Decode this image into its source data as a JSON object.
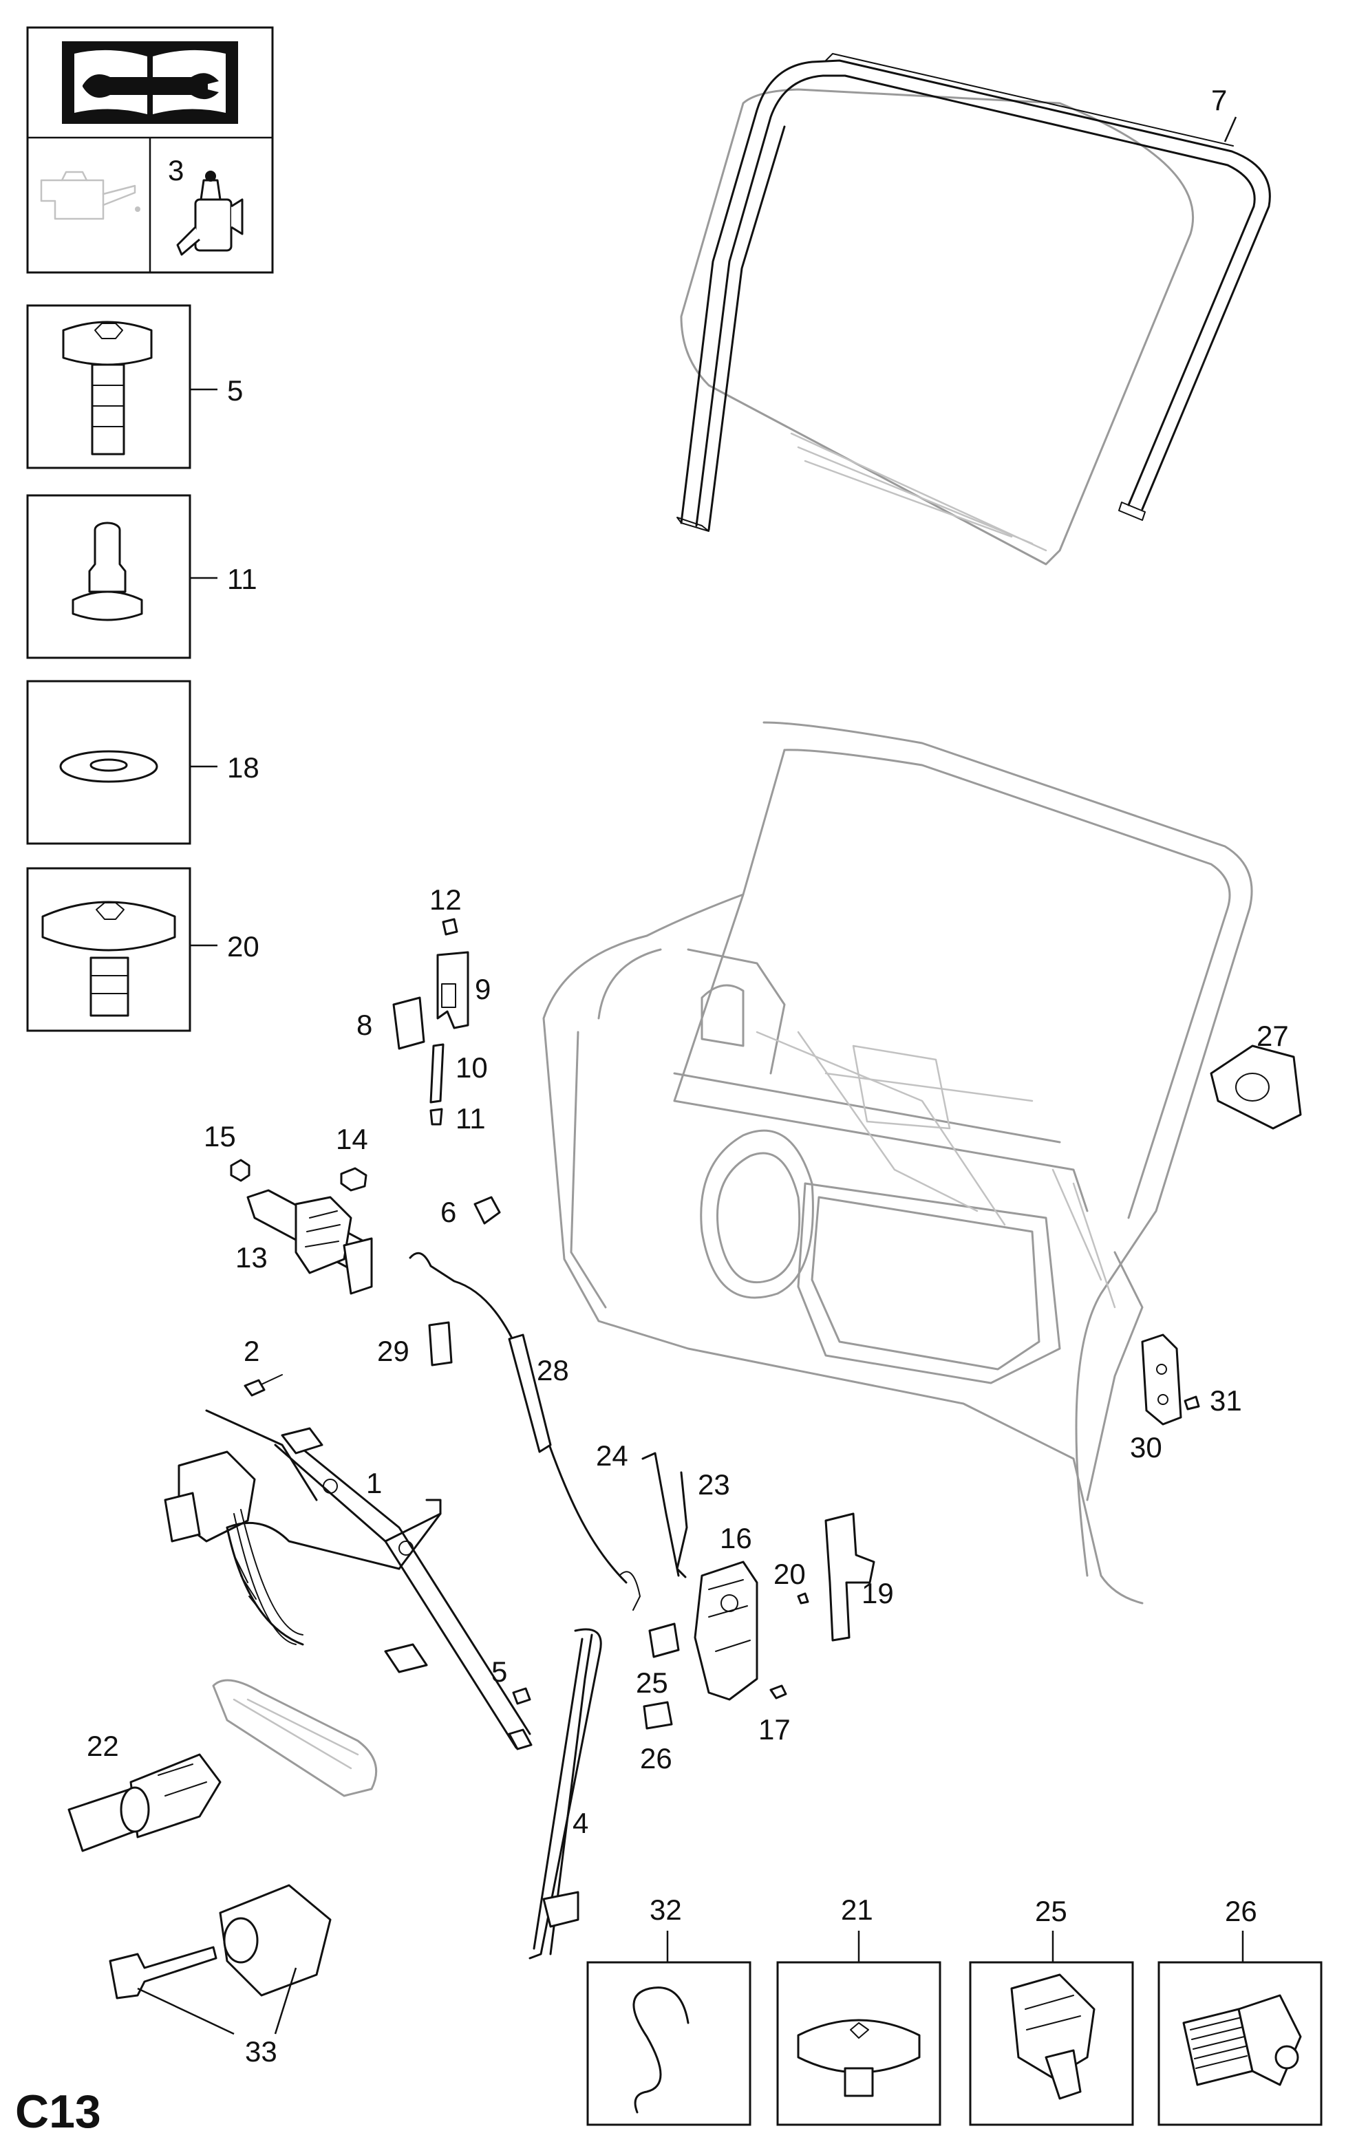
{
  "sheet_code": "C13",
  "callouts": {
    "c1": "1",
    "c2": "2",
    "c3": "3",
    "c4": "4",
    "c5_box": "5",
    "c5": "5",
    "c6": "6",
    "c7": "7",
    "c8": "8",
    "c9": "9",
    "c10": "10",
    "c11_box": "11",
    "c11": "11",
    "c12": "12",
    "c13": "13",
    "c14": "14",
    "c15": "15",
    "c16": "16",
    "c17": "17",
    "c18": "18",
    "c19": "19",
    "c20_box": "20",
    "c20": "20",
    "c21": "21",
    "c22": "22",
    "c23": "23",
    "c24": "24",
    "c25": "25",
    "c25_box": "25",
    "c26": "26",
    "c26_box": "26",
    "c27": "27",
    "c28": "28",
    "c29": "29",
    "c30": "30",
    "c31": "31",
    "c32": "32",
    "c33": "33"
  },
  "icons": [
    "manual-book-wrench-icon",
    "oil-can-icon",
    "grease-gun-icon"
  ],
  "colors": {
    "line": "#111111",
    "ghost": "#9a9a9a",
    "background": "#ffffff"
  }
}
